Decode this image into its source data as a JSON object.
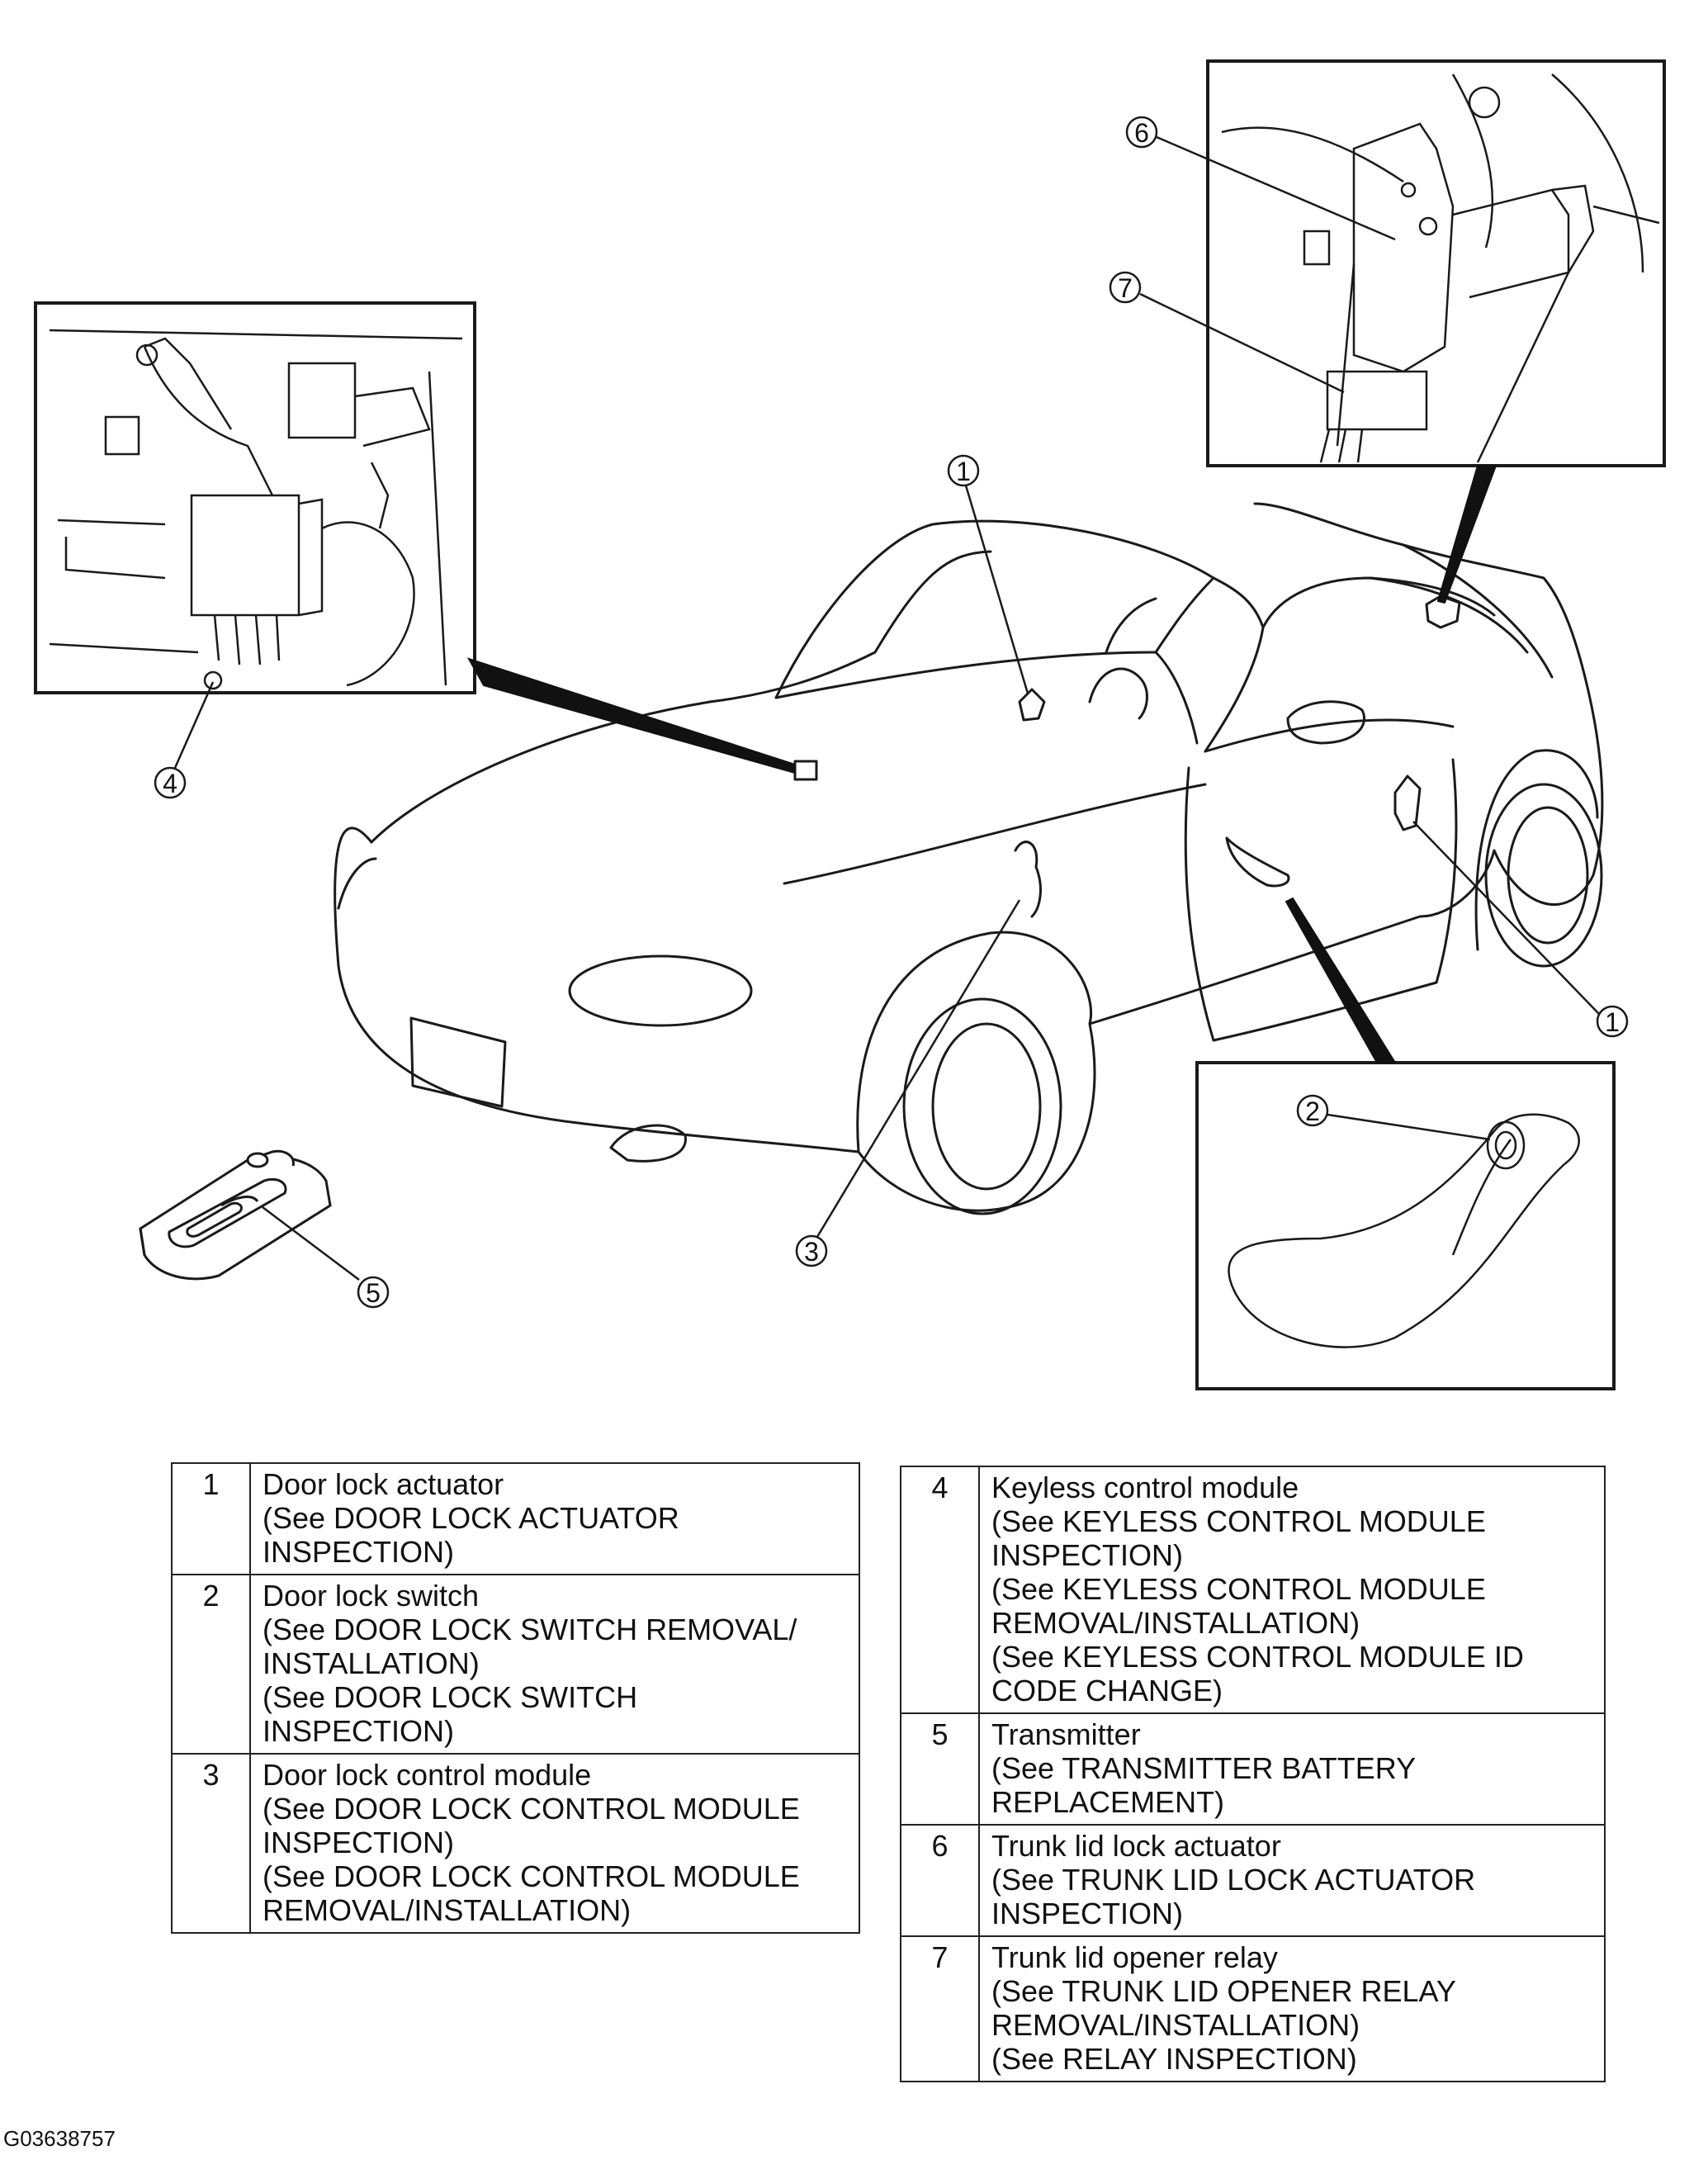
{
  "callouts": {
    "c1_upper": "1",
    "c1_lower": "1",
    "c2": "2",
    "c3": "3",
    "c4": "4",
    "c5": "5",
    "c6": "6",
    "c7": "7"
  },
  "legend_left": [
    {
      "num": "1",
      "lines": [
        "Door lock actuator",
        "(See DOOR LOCK ACTUATOR",
        "INSPECTION)"
      ]
    },
    {
      "num": "2",
      "lines": [
        "Door lock switch",
        "(See DOOR LOCK SWITCH REMOVAL/",
        "INSTALLATION)",
        "(See DOOR LOCK SWITCH",
        "INSPECTION)"
      ]
    },
    {
      "num": "3",
      "lines": [
        "Door lock control module",
        "(See DOOR LOCK CONTROL MODULE",
        "INSPECTION)",
        "(See DOOR LOCK CONTROL MODULE",
        "REMOVAL/INSTALLATION)"
      ]
    }
  ],
  "legend_right": [
    {
      "num": "4",
      "lines": [
        "Keyless control module",
        "(See KEYLESS CONTROL MODULE",
        "INSPECTION)",
        "(See KEYLESS CONTROL MODULE",
        "REMOVAL/INSTALLATION)",
        "(See KEYLESS CONTROL MODULE ID",
        "CODE CHANGE)"
      ]
    },
    {
      "num": "5",
      "lines": [
        "Transmitter",
        "(See TRANSMITTER BATTERY",
        "REPLACEMENT)"
      ]
    },
    {
      "num": "6",
      "lines": [
        "Trunk lid lock actuator",
        "(See TRUNK LID LOCK ACTUATOR",
        "INSPECTION)"
      ]
    },
    {
      "num": "7",
      "lines": [
        "Trunk lid opener relay",
        "(See TRUNK LID OPENER RELAY",
        "REMOVAL/INSTALLATION)",
        "(See RELAY INSPECTION)"
      ]
    }
  ],
  "figure_code": "G03638757"
}
